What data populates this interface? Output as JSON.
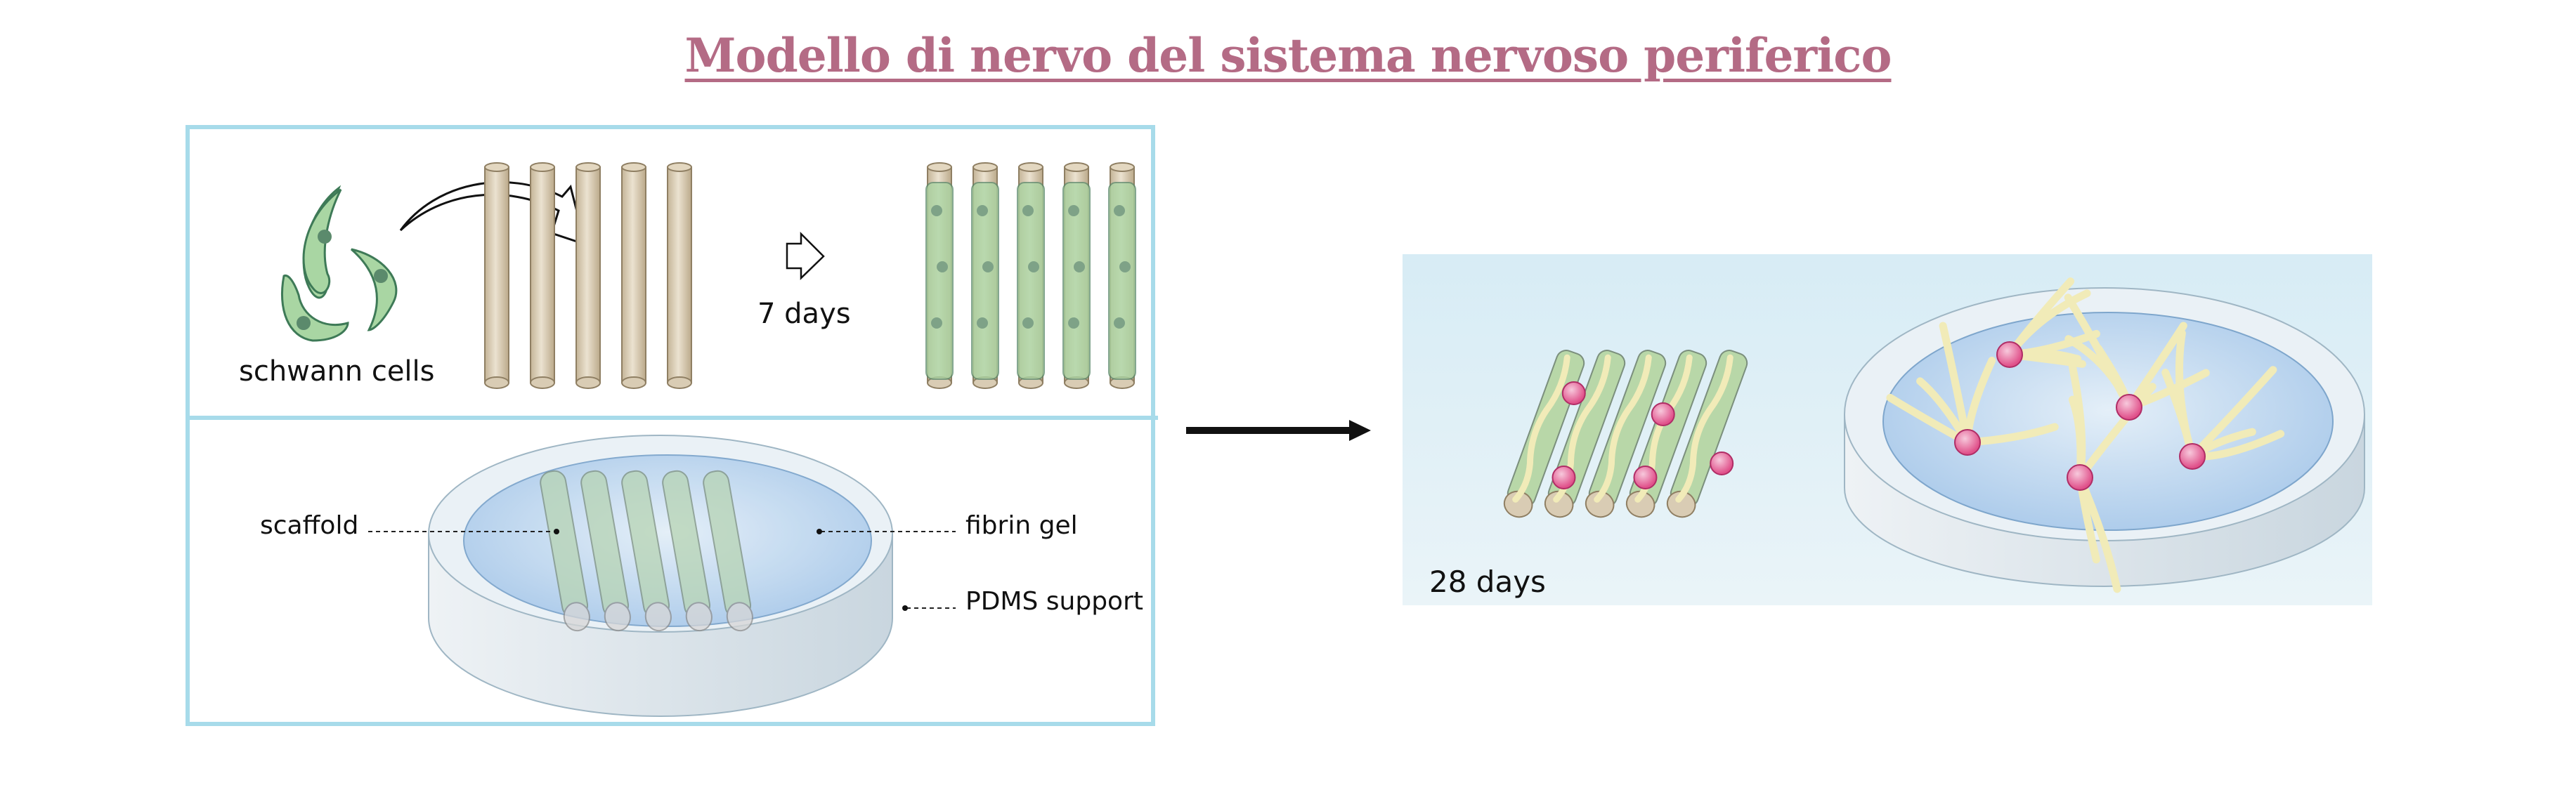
{
  "title": "Modello di nervo del sistema nervoso periferico",
  "top_panel": {
    "cells_label": "schwann cells",
    "duration_label": "7 days",
    "scaffold_count": 5
  },
  "bottom_panel": {
    "labels": {
      "scaffold": "scaffold",
      "gel": "fibrin gel",
      "support": "PDMS support"
    }
  },
  "result_panel": {
    "duration_label": "28 days"
  },
  "colors": {
    "title": "#b46b85",
    "frame": "#a7dbea",
    "cell_fill": "#a9d6a3",
    "cell_stroke": "#3e7a57",
    "rod_fill": "#d9ccb4",
    "neuron_pink": "#e0508a",
    "axon_yellow": "#f1ebb8"
  }
}
